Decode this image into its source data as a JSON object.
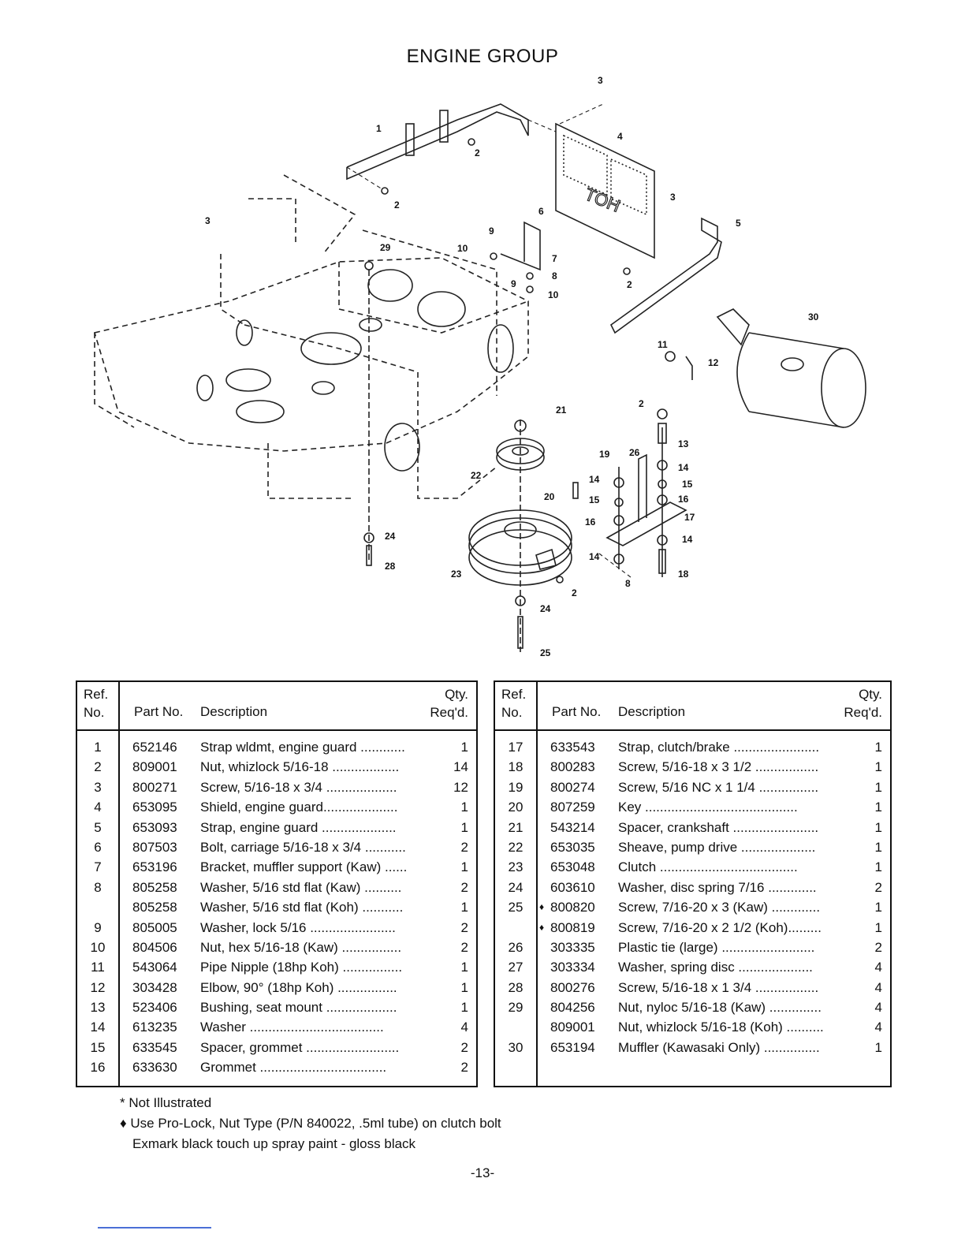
{
  "page_title": "ENGINE GROUP",
  "callouts": [
    "1",
    "2",
    "3",
    "4",
    "5",
    "6",
    "7",
    "8",
    "9",
    "10",
    "11",
    "12",
    "13",
    "14",
    "15",
    "16",
    "17",
    "18",
    "19",
    "20",
    "21",
    "22",
    "23",
    "24",
    "25",
    "26",
    "28",
    "29",
    "30"
  ],
  "table_headers": {
    "ref_line1": "Ref.",
    "ref_line2": "No.",
    "part_no": "Part No.",
    "description": "Description",
    "qty_line1": "Qty.",
    "qty_line2": "Req'd."
  },
  "table_left": [
    {
      "ref": "1",
      "part": "652146",
      "marker": "",
      "desc": "Strap wldmt, engine guard ............",
      "qty": "1"
    },
    {
      "ref": "2",
      "part": "809001",
      "marker": "",
      "desc": "Nut, whizlock 5/16-18 ..................",
      "qty": "14"
    },
    {
      "ref": "3",
      "part": "800271",
      "marker": "",
      "desc": "Screw, 5/16-18 x 3/4 ...................",
      "qty": "12"
    },
    {
      "ref": "4",
      "part": "653095",
      "marker": "",
      "desc": "Shield, engine guard....................",
      "qty": "1"
    },
    {
      "ref": "5",
      "part": "653093",
      "marker": "",
      "desc": "Strap, engine guard ....................",
      "qty": "1"
    },
    {
      "ref": "6",
      "part": "807503",
      "marker": "",
      "desc": "Bolt, carriage 5/16-18 x 3/4 ...........",
      "qty": "2"
    },
    {
      "ref": "7",
      "part": "653196",
      "marker": "",
      "desc": "Bracket, muffler support (Kaw) ......",
      "qty": "1"
    },
    {
      "ref": "8",
      "part": "805258",
      "marker": "",
      "desc": "Washer, 5/16 std flat (Kaw) ..........",
      "qty": "2"
    },
    {
      "ref": "",
      "part": "805258",
      "marker": "",
      "desc": "Washer, 5/16 std flat (Koh) ...........",
      "qty": "1"
    },
    {
      "ref": "9",
      "part": "805005",
      "marker": "",
      "desc": "Washer, lock 5/16 .......................",
      "qty": "2"
    },
    {
      "ref": "10",
      "part": "804506",
      "marker": "",
      "desc": "Nut, hex 5/16-18 (Kaw) ................",
      "qty": "2"
    },
    {
      "ref": "11",
      "part": "543064",
      "marker": "",
      "desc": "Pipe Nipple (18hp Koh) ................",
      "qty": "1"
    },
    {
      "ref": "12",
      "part": "303428",
      "marker": "",
      "desc": "Elbow, 90° (18hp Koh) ................",
      "qty": "1"
    },
    {
      "ref": "13",
      "part": "523406",
      "marker": "",
      "desc": "Bushing, seat mount ...................",
      "qty": "1"
    },
    {
      "ref": "14",
      "part": "613235",
      "marker": "",
      "desc": "Washer ....................................",
      "qty": "4"
    },
    {
      "ref": "15",
      "part": "633545",
      "marker": "",
      "desc": "Spacer, grommet .........................",
      "qty": "2"
    },
    {
      "ref": "16",
      "part": "633630",
      "marker": "",
      "desc": "Grommet ..................................",
      "qty": "2"
    }
  ],
  "table_right": [
    {
      "ref": "17",
      "part": "633543",
      "marker": "",
      "desc": "Strap, clutch/brake .......................",
      "qty": "1"
    },
    {
      "ref": "18",
      "part": "800283",
      "marker": "",
      "desc": "Screw, 5/16-18 x 3 1/2 .................",
      "qty": "1"
    },
    {
      "ref": "19",
      "part": "800274",
      "marker": "",
      "desc": "Screw, 5/16 NC x 1 1/4 ................",
      "qty": "1"
    },
    {
      "ref": "20",
      "part": "807259",
      "marker": "",
      "desc": "Key .........................................",
      "qty": "1"
    },
    {
      "ref": "21",
      "part": "543214",
      "marker": "",
      "desc": "Spacer, crankshaft .......................",
      "qty": "1"
    },
    {
      "ref": "22",
      "part": "653035",
      "marker": "",
      "desc": "Sheave, pump drive ....................",
      "qty": "1"
    },
    {
      "ref": "23",
      "part": "653048",
      "marker": "",
      "desc": "Clutch .....................................",
      "qty": "1"
    },
    {
      "ref": "24",
      "part": "603610",
      "marker": "",
      "desc": "Washer, disc spring 7/16 .............",
      "qty": "2"
    },
    {
      "ref": "25",
      "part": "800820",
      "marker": "♦",
      "desc": "Screw, 7/16-20 x 3 (Kaw) .............",
      "qty": "1"
    },
    {
      "ref": "",
      "part": "800819",
      "marker": "♦",
      "desc": "Screw, 7/16-20 x 2 1/2 (Koh).........",
      "qty": "1"
    },
    {
      "ref": "26",
      "part": "303335",
      "marker": "",
      "desc": "Plastic tie (large) .........................",
      "qty": "2"
    },
    {
      "ref": "27",
      "part": "303334",
      "marker": "",
      "desc": "Washer, spring disc ....................",
      "qty": "4"
    },
    {
      "ref": "28",
      "part": "800276",
      "marker": "",
      "desc": "Screw, 5/16-18 x 1 3/4 .................",
      "qty": "4"
    },
    {
      "ref": "29",
      "part": "804256",
      "marker": "",
      "desc": "Nut, nyloc 5/16-18 (Kaw) ..............",
      "qty": "4"
    },
    {
      "ref": "",
      "part": "809001",
      "marker": "",
      "desc": "Nut, whizlock 5/16-18 (Koh) ..........",
      "qty": "4"
    },
    {
      "ref": "30",
      "part": "653194",
      "marker": "",
      "desc": "Muffler (Kawasaki Only) ...............",
      "qty": "1"
    }
  ],
  "notes": [
    "* Not Illustrated",
    "♦ Use Pro-Lock, Nut Type (P/N 840022, .5ml tube) on clutch bolt",
    "Exmark black touch up spray paint - gloss black"
  ],
  "page_number": "-13-"
}
